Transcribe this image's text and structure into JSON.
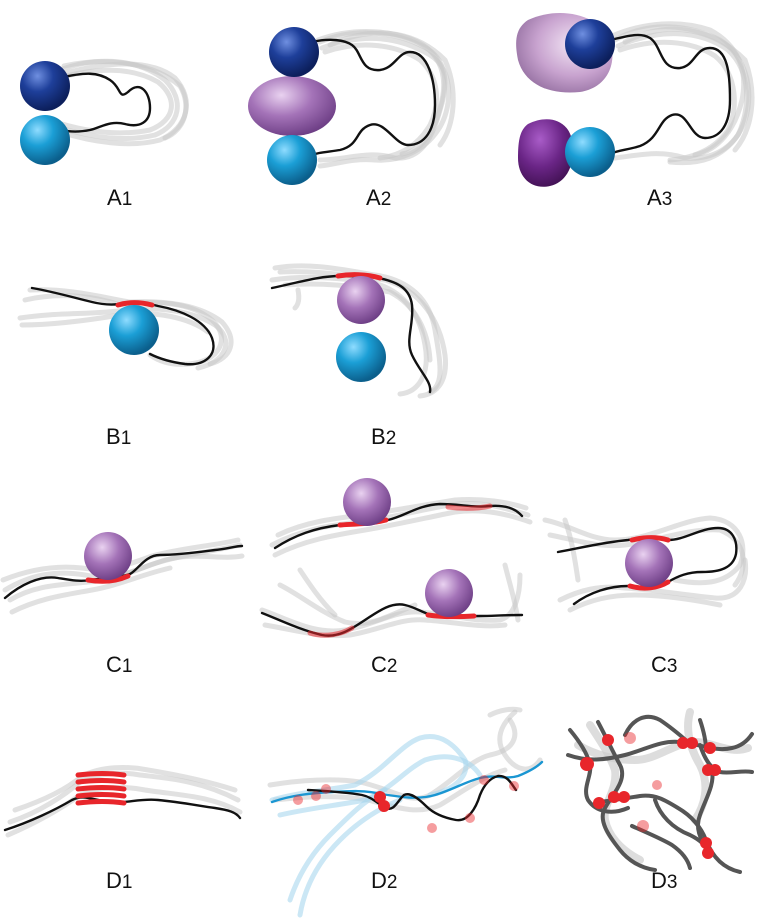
{
  "panels": {
    "a1": {
      "label": "A",
      "sub": "1"
    },
    "a2": {
      "label": "A",
      "sub": "2"
    },
    "a3": {
      "label": "A",
      "sub": "3"
    },
    "b1": {
      "label": "B",
      "sub": "1"
    },
    "b2": {
      "label": "B",
      "sub": "2"
    },
    "c1": {
      "label": "C",
      "sub": "1"
    },
    "c2": {
      "label": "C",
      "sub": "2"
    },
    "c3": {
      "label": "C",
      "sub": "3"
    },
    "d1": {
      "label": "D",
      "sub": "1"
    },
    "d2": {
      "label": "D",
      "sub": "2"
    },
    "d3": {
      "label": "D",
      "sub": "3"
    }
  },
  "colors": {
    "dark_blue_sphere": "#1e3f9a",
    "light_blue_sphere": "#1b9fd6",
    "violet_partner": "#a473b8",
    "pale_violet_partner": "#c8a3cf",
    "dark_violet_partner": "#6a2586",
    "binding_red": "#e8262b",
    "chain_black": "#111111",
    "chain_blue": "#1a96d2",
    "ghost_grey": "#c8c8c8"
  }
}
